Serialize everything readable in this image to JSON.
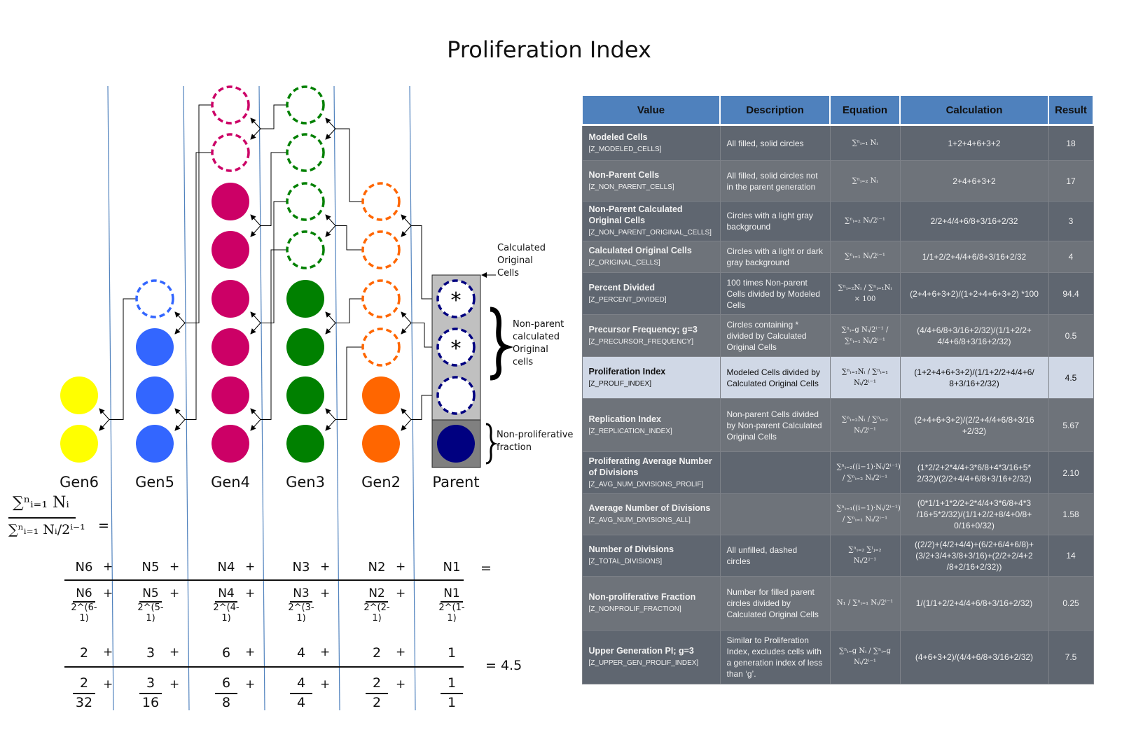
{
  "title": "Proliferation Index",
  "generations": [
    {
      "label": "Gen6",
      "color": "#ffff00",
      "dashed": [],
      "filled": [
        6,
        7
      ]
    },
    {
      "label": "Gen5",
      "color": "#3366ff",
      "dashed": [
        4
      ],
      "filled": [
        5,
        6,
        7
      ]
    },
    {
      "label": "Gen4",
      "color": "#cc0066",
      "dashed": [
        0,
        1
      ],
      "filled": [
        2,
        3,
        4,
        5,
        6,
        7
      ]
    },
    {
      "label": "Gen3",
      "color": "#008000",
      "dashed": [
        0,
        1,
        2,
        3
      ],
      "filled": [
        4,
        5,
        6,
        7
      ]
    },
    {
      "label": "Gen2",
      "color": "#ff6600",
      "dashed": [
        2,
        3,
        4,
        5
      ],
      "filled": [
        6,
        7
      ]
    },
    {
      "label": "Parent",
      "color": "#000080",
      "dashed": [
        4,
        5,
        6
      ],
      "filled": [
        7
      ],
      "starred": [
        4,
        5
      ]
    }
  ],
  "annotations": {
    "calculated_original": "Calculated Original Cells",
    "non_parent": "Non-parent calculated Original cells",
    "non_proliferative": "Non-proliferative fraction",
    "star": "*"
  },
  "formula": {
    "numerator": "∑ⁿᵢ₌₁ Nᵢ",
    "denominator": "∑ⁿᵢ₌₁ Nᵢ/2ⁱ⁻¹",
    "eq": "=",
    "row_n": [
      "N6",
      "N5",
      "N4",
      "N3",
      "N2",
      "N1"
    ],
    "row_d_num": [
      "N6",
      "N5",
      "N4",
      "N3",
      "N2",
      "N1"
    ],
    "row_d_den": [
      "2^(6-1)",
      "2^(5-1)",
      "2^(4-1)",
      "2^(3-1)",
      "2^(2-1)",
      "2^(1-1)"
    ],
    "values": [
      "2",
      "3",
      "6",
      "4",
      "2",
      "1"
    ],
    "val_den_num": [
      "2",
      "3",
      "6",
      "4",
      "2",
      "1"
    ],
    "val_den_den": [
      "32",
      "16",
      "8",
      "4",
      "2",
      "1"
    ],
    "plus": "+",
    "result": "=  4.5"
  },
  "table": {
    "headers": [
      "Value",
      "Description",
      "Equation",
      "Calculation",
      "Result"
    ],
    "rows": [
      {
        "name": "Modeled Cells",
        "code": "[Z_MODELED_CELLS]",
        "desc": "All filled, solid circles",
        "eq": "∑ⁿᵢ₌₁ Nᵢ",
        "calc": "1+2+4+6+3+2",
        "result": "18"
      },
      {
        "name": "Non-Parent Cells",
        "code": "[Z_NON_PARENT_CELLS]",
        "desc": "All filled, solid circles not in the parent generation",
        "eq": "∑ⁿᵢ₌₂ Nᵢ",
        "calc": "2+4+6+3+2",
        "result": "17"
      },
      {
        "name": "Non-Parent Calculated Original Cells",
        "code": "[Z_NON_PARENT_ORIGINAL_CELLS]",
        "desc": "Circles with a light gray background",
        "eq": "∑ⁿᵢ₌₂ Nᵢ/2ⁱ⁻¹",
        "calc": "2/2+4/4+6/8+3/16+2/32",
        "result": "3"
      },
      {
        "name": "Calculated Original Cells",
        "code": "[Z_ORIGINAL_CELLS]",
        "desc": "Circles with a light or dark gray background",
        "eq": "∑ⁿᵢ₌₁ Nᵢ/2ⁱ⁻¹",
        "calc": "1/1+2/2+4/4+6/8+3/16+2/32",
        "result": "4"
      },
      {
        "name": "Percent Divided",
        "code": "[Z_PERCENT_DIVIDED]",
        "desc": "100 times Non-parent Cells divided by Modeled Cells",
        "eq": "∑ⁿᵢ₌₂Nᵢ / ∑ⁿᵢ₌₁Nᵢ × 100",
        "calc": "(2+4+6+3+2)/(1+2+4+6+3+2) *100",
        "result": "94.4"
      },
      {
        "name": "Precursor Frequency; g=3",
        "code": "[Z_PRECURSOR_FREQUENCY]",
        "desc": "Circles containing * divided by Calculated Original Cells",
        "eq": "∑ⁿᵢ₌g Nᵢ/2ⁱ⁻¹ / ∑ⁿᵢ₌₁ Nᵢ/2ⁱ⁻¹",
        "calc": "(4/4+6/8+3/16+2/32)/(1/1+2/2+ 4/4+6/8+3/16+2/32)",
        "result": "0.5"
      },
      {
        "name": "Proliferation Index",
        "code": "[Z_PROLIF_INDEX]",
        "desc": "Modeled Cells divided by Calculated Original Cells",
        "eq": "∑ⁿᵢ₌₁Nᵢ / ∑ⁿᵢ₌₁ Nᵢ/2ⁱ⁻¹",
        "calc": "(1+2+4+6+3+2)/(1/1+2/2+4/4+6/ 8+3/16+2/32)",
        "result": "4.5",
        "highlight": true
      },
      {
        "name": "Replication Index",
        "code": "[Z_REPLICATION_INDEX]",
        "desc": "Non-parent Cells divided by Non-parent Calculated Original Cells",
        "eq": "∑ⁿᵢ₌₂Nᵢ / ∑ⁿᵢ₌₂ Nᵢ/2ⁱ⁻¹",
        "calc": "(2+4+6+3+2)/(2/2+4/4+6/8+3/16 +2/32)",
        "result": "5.67"
      },
      {
        "name": "Proliferating Average Number of Divisions",
        "code": "[Z_AVG_NUM_DIVISIONS_PROLIF]",
        "desc": "",
        "eq": "∑ⁿᵢ₌₂((i−1)·Nᵢ/2ⁱ⁻¹) / ∑ⁿᵢ₌₂ Nᵢ/2ⁱ⁻¹",
        "calc": "(1*2/2+2*4/4+3*6/8+4*3/16+5* 2/32)/(2/2+4/4+6/8+3/16+2/32)",
        "result": "2.10"
      },
      {
        "name": "Average Number of Divisions",
        "code": "[Z_AVG_NUM_DIVISIONS_ALL]",
        "desc": "",
        "eq": "∑ⁿᵢ₌₁((i−1)·Nᵢ/2ⁱ⁻¹) / ∑ⁿᵢ₌₁ Nᵢ/2ⁱ⁻¹",
        "calc": "(0*1/1+1*2/2+2*4/4+3*6/8+4*3 /16+5*2/32)/(1/1+2/2+8/4+0/8+ 0/16+0/32)",
        "result": "1.58"
      },
      {
        "name": "Number of Divisions",
        "code": "[Z_TOTAL_DIVISIONS]",
        "desc": "All unfilled, dashed circles",
        "eq": "∑ⁿᵢ₌₂ ∑ⁱⱼ₌₂ Nᵢ/2ʲ⁻¹",
        "calc": "((2/2)+(4/2+4/4)+(6/2+6/4+6/8)+ (3/2+3/4+3/8+3/16)+(2/2+2/4+2 /8+2/16+2/32))",
        "result": "14"
      },
      {
        "name": "Non-proliferative Fraction",
        "code": "[Z_NONPROLIF_FRACTION]",
        "desc": "Number for filled parent circles divided by Calculated Original Cells",
        "eq": "N₁ / ∑ⁿᵢ₌₁ Nᵢ/2ⁱ⁻¹",
        "calc": "1/(1/1+2/2+4/4+6/8+3/16+2/32)",
        "result": "0.25"
      },
      {
        "name": "Upper Generation PI; g=3",
        "code": "[Z_UPPER_GEN_PROLIF_INDEX]",
        "desc": "Similar to Proliferation Index, excludes cells with a generation index of less than ‘g’.",
        "eq": "∑ⁿᵢ₌g Nᵢ / ∑ⁿᵢ₌g Nᵢ/2ⁱ⁻¹",
        "calc": "(4+6+3+2)/(4/4+6/8+3/16+2/32)",
        "result": "7.5"
      }
    ]
  }
}
